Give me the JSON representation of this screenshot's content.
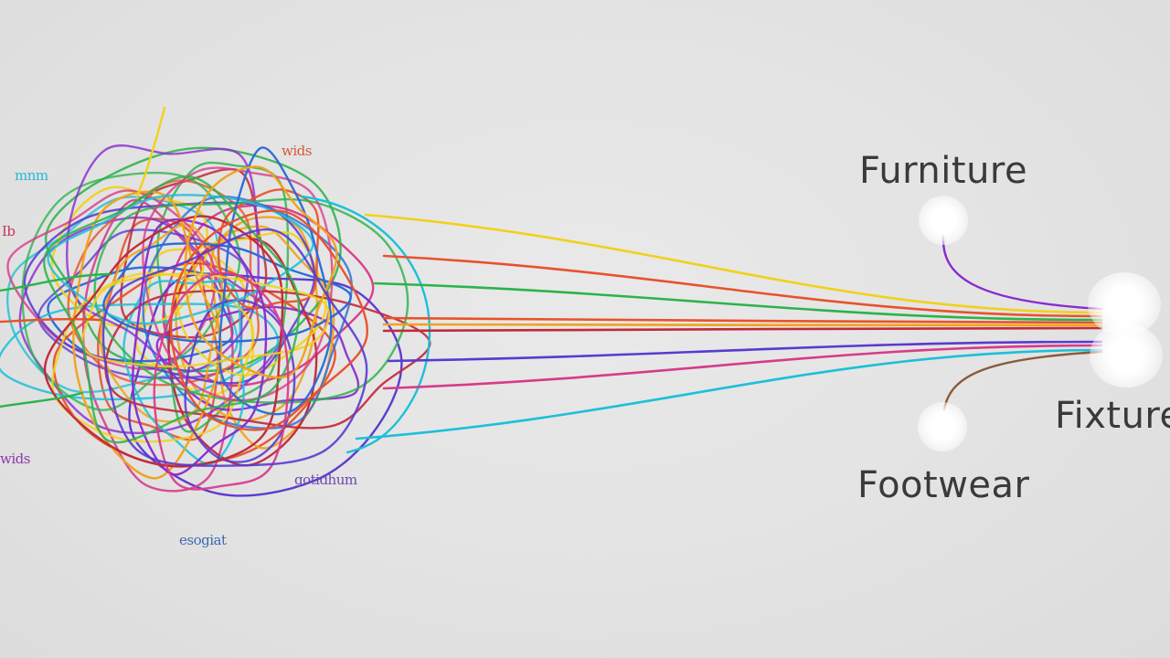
{
  "labels": {
    "furniture": "Furniture",
    "fixture": "Fixture",
    "footwear": "Footwear",
    "small_top_right": "wids",
    "small_top_left": "mnm",
    "small_left_upper": "Ib",
    "small_left_lower": "wids",
    "small_bottom_right": "gotidhum",
    "small_bottom": "esogiat"
  },
  "colors": {
    "background": "#e2e2e2",
    "label_text": "#3a3a3a",
    "small_top_right": "#d25a3a",
    "small_top_left": "#27b8d8",
    "small_left_upper": "#c0395a",
    "small_left_lower": "#8a3aa8",
    "small_bottom_right": "#6a4ab0",
    "small_bottom": "#3a6ab0",
    "strands": [
      "#f1d11c",
      "#e8522c",
      "#2cb34a",
      "#f0a31c",
      "#d83a8a",
      "#5a3ad0",
      "#1cc0d8",
      "#8a2ad0",
      "#c02a3a",
      "#2a6ad8"
    ]
  }
}
